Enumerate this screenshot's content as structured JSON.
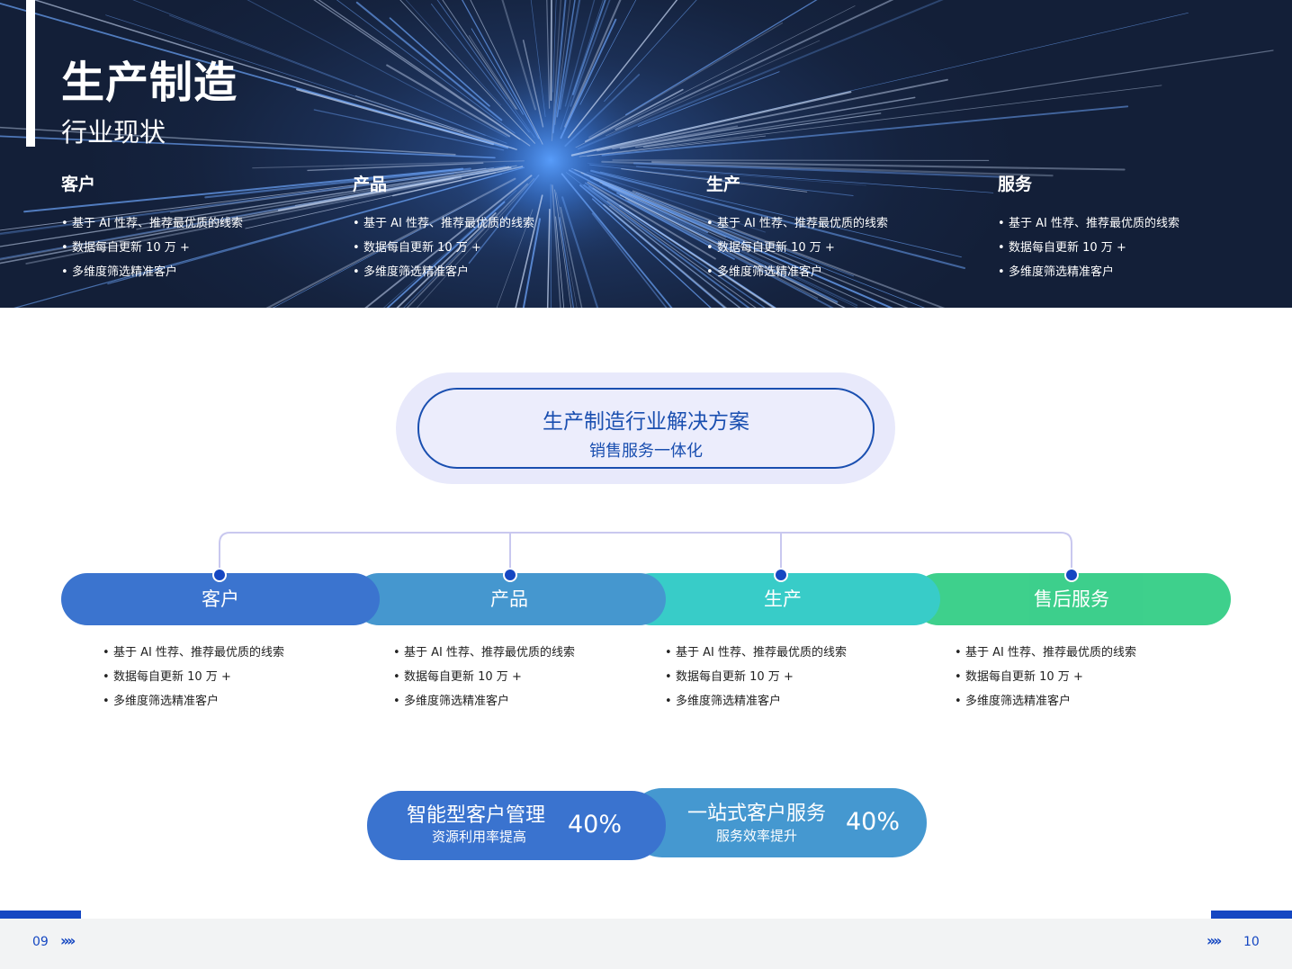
{
  "hero": {
    "title": "生产制造",
    "subtitle": "行业现状",
    "columns": [
      {
        "heading": "客户",
        "items": [
          "基于 AI 性荐、推荐最优质的线索",
          "数据每自更新 10 万 +",
          "多维度筛选精准客户"
        ]
      },
      {
        "heading": "产品",
        "items": [
          "基于 AI 性荐、推荐最优质的线索",
          "数据每自更新 10 万 +",
          "多维度筛选精准客户"
        ]
      },
      {
        "heading": "生产",
        "items": [
          "基于 AI 性荐、推荐最优质的线索",
          "数据每自更新 10 万 +",
          "多维度筛选精准客户"
        ]
      },
      {
        "heading": "服务",
        "items": [
          "基于 AI 性荐、推荐最优质的线索",
          "数据每自更新 10 万 +",
          "多维度筛选精准客户"
        ]
      }
    ]
  },
  "solution": {
    "title": "生产制造行业解决方案",
    "subtitle": "销售服务一体化"
  },
  "stages": [
    {
      "label": "客户",
      "color": "#3b74cf",
      "items": [
        "基于 AI 性荐、推荐最优质的线索",
        "数据每自更新 10 万 +",
        "多维度筛选精准客户"
      ]
    },
    {
      "label": "产品",
      "color": "#4597cf",
      "items": [
        "基于 AI 性荐、推荐最优质的线索",
        "数据每自更新 10 万 +",
        "多维度筛选精准客户"
      ]
    },
    {
      "label": "生产",
      "color": "#38ccc8",
      "items": [
        "基于 AI 性荐、推荐最优质的线索",
        "数据每自更新 10 万 +",
        "多维度筛选精准客户"
      ]
    },
    {
      "label": "售后服务",
      "color": "#3acf8a",
      "items": [
        "基于 AI 性荐、推荐最优质的线索",
        "数据每自更新 10 万 +",
        "多维度筛选精准客户"
      ]
    }
  ],
  "stats": [
    {
      "title": "智能型客户管理",
      "subtitle": "资源利用率提高",
      "value": "40%",
      "color": "#3a73cf"
    },
    {
      "title": "一站式客户服务",
      "subtitle": "服务效率提升",
      "value": "40%",
      "color": "#4598d0"
    }
  ],
  "footer": {
    "page_left": "09",
    "page_right": "10",
    "chevrons": "››››"
  }
}
